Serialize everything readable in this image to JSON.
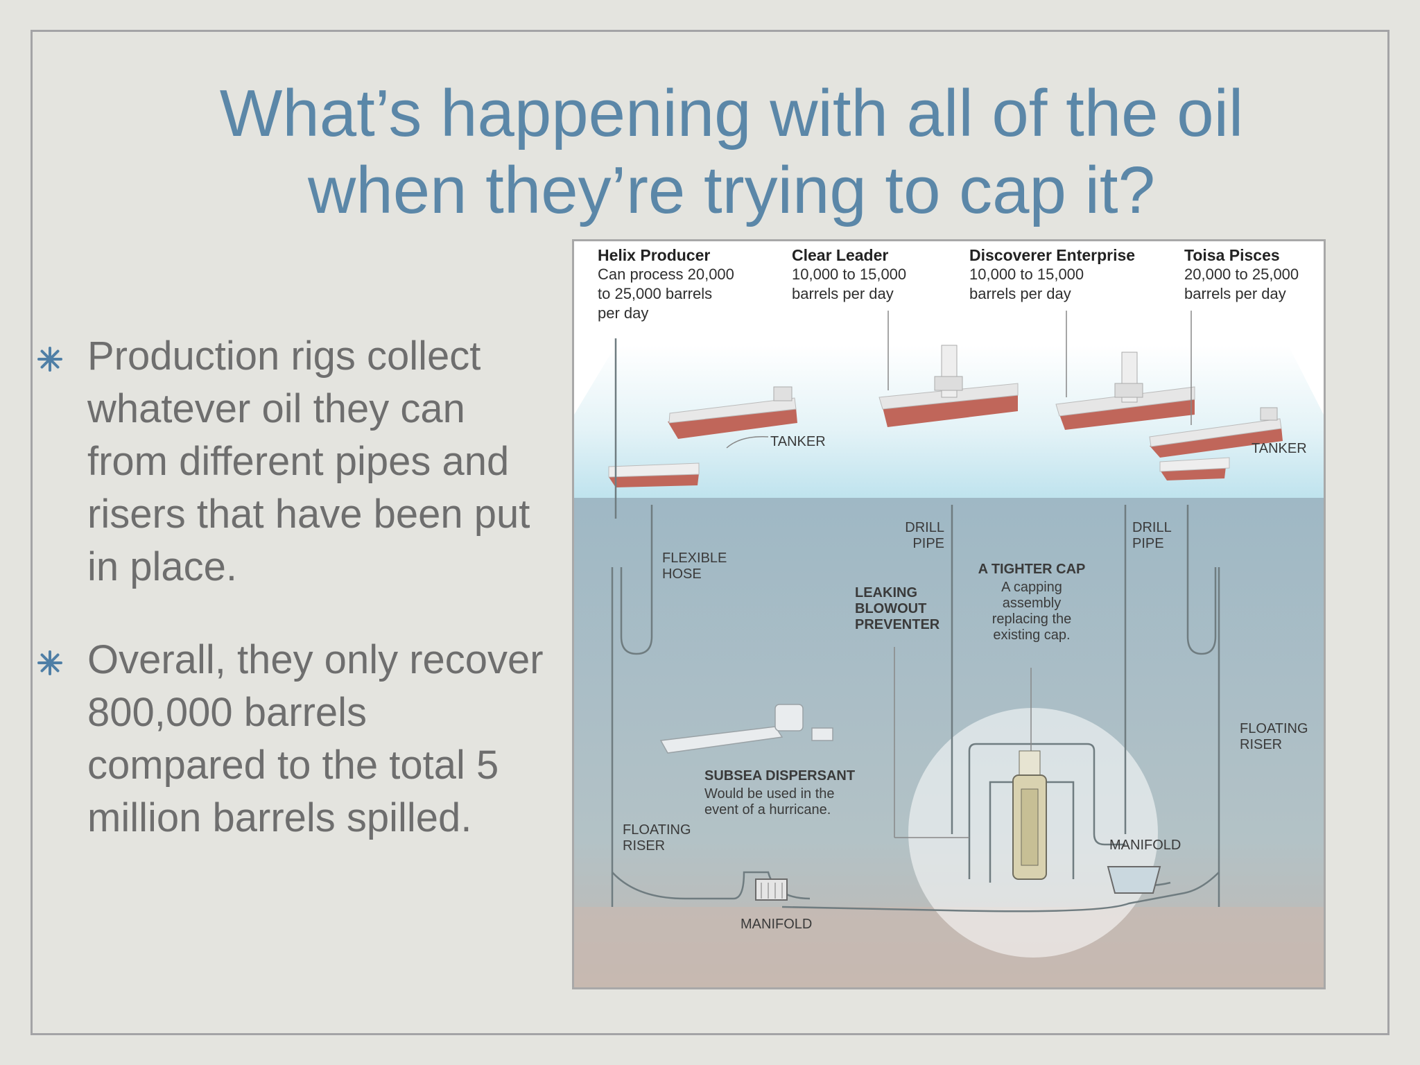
{
  "slide": {
    "title_line1": "What’s happening with all of the oil",
    "title_line2": "when they’re trying to cap it?",
    "title_color": "#5b87a8",
    "bullet_icon": "asterisk-flower-icon",
    "bullets": [
      {
        "text": "Production rigs collect whatever oil they can from different pipes and risers that have been put in place."
      },
      {
        "text": "Overall, they only recover 800,000 barrels compared to the total 5 million barrels spilled."
      }
    ]
  },
  "diagram": {
    "vessels": [
      {
        "name": "Helix Producer",
        "desc": "Can process 20,000 to 25,000 barrels per day"
      },
      {
        "name": "Clear Leader",
        "desc": "10,000 to 15,000 barrels per day"
      },
      {
        "name": "Discoverer Enterprise",
        "desc": "10,000 to 15,000 barrels per day"
      },
      {
        "name": "Toisa Pisces",
        "desc": "20,000 to 25,000 barrels per day"
      }
    ],
    "labels": {
      "tanker_left": "TANKER",
      "tanker_right": "TANKER",
      "drill_pipe_left": "DRILL PIPE",
      "drill_pipe_right": "DRILL PIPE",
      "flexible_hose": "FLEXIBLE HOSE",
      "leaking_bop": "LEAKING BLOWOUT PREVENTER",
      "tighter_cap_title": "A TIGHTER CAP",
      "tighter_cap_desc": "A capping assembly replacing the existing cap.",
      "floating_riser_right": "FLOATING RISER",
      "subsea_title": "SUBSEA DISPERSANT",
      "subsea_desc": "Would be used in the event of a hurricane.",
      "floating_riser_left": "FLOATING RISER",
      "manifold_right": "MANIFOLD",
      "manifold_bottom": "MANIFOLD"
    },
    "colors": {
      "sea": "#a9bfc9",
      "seafloor": "#c4b5ae",
      "hull": "#c0665a",
      "surface": "#d3ecf2"
    }
  }
}
